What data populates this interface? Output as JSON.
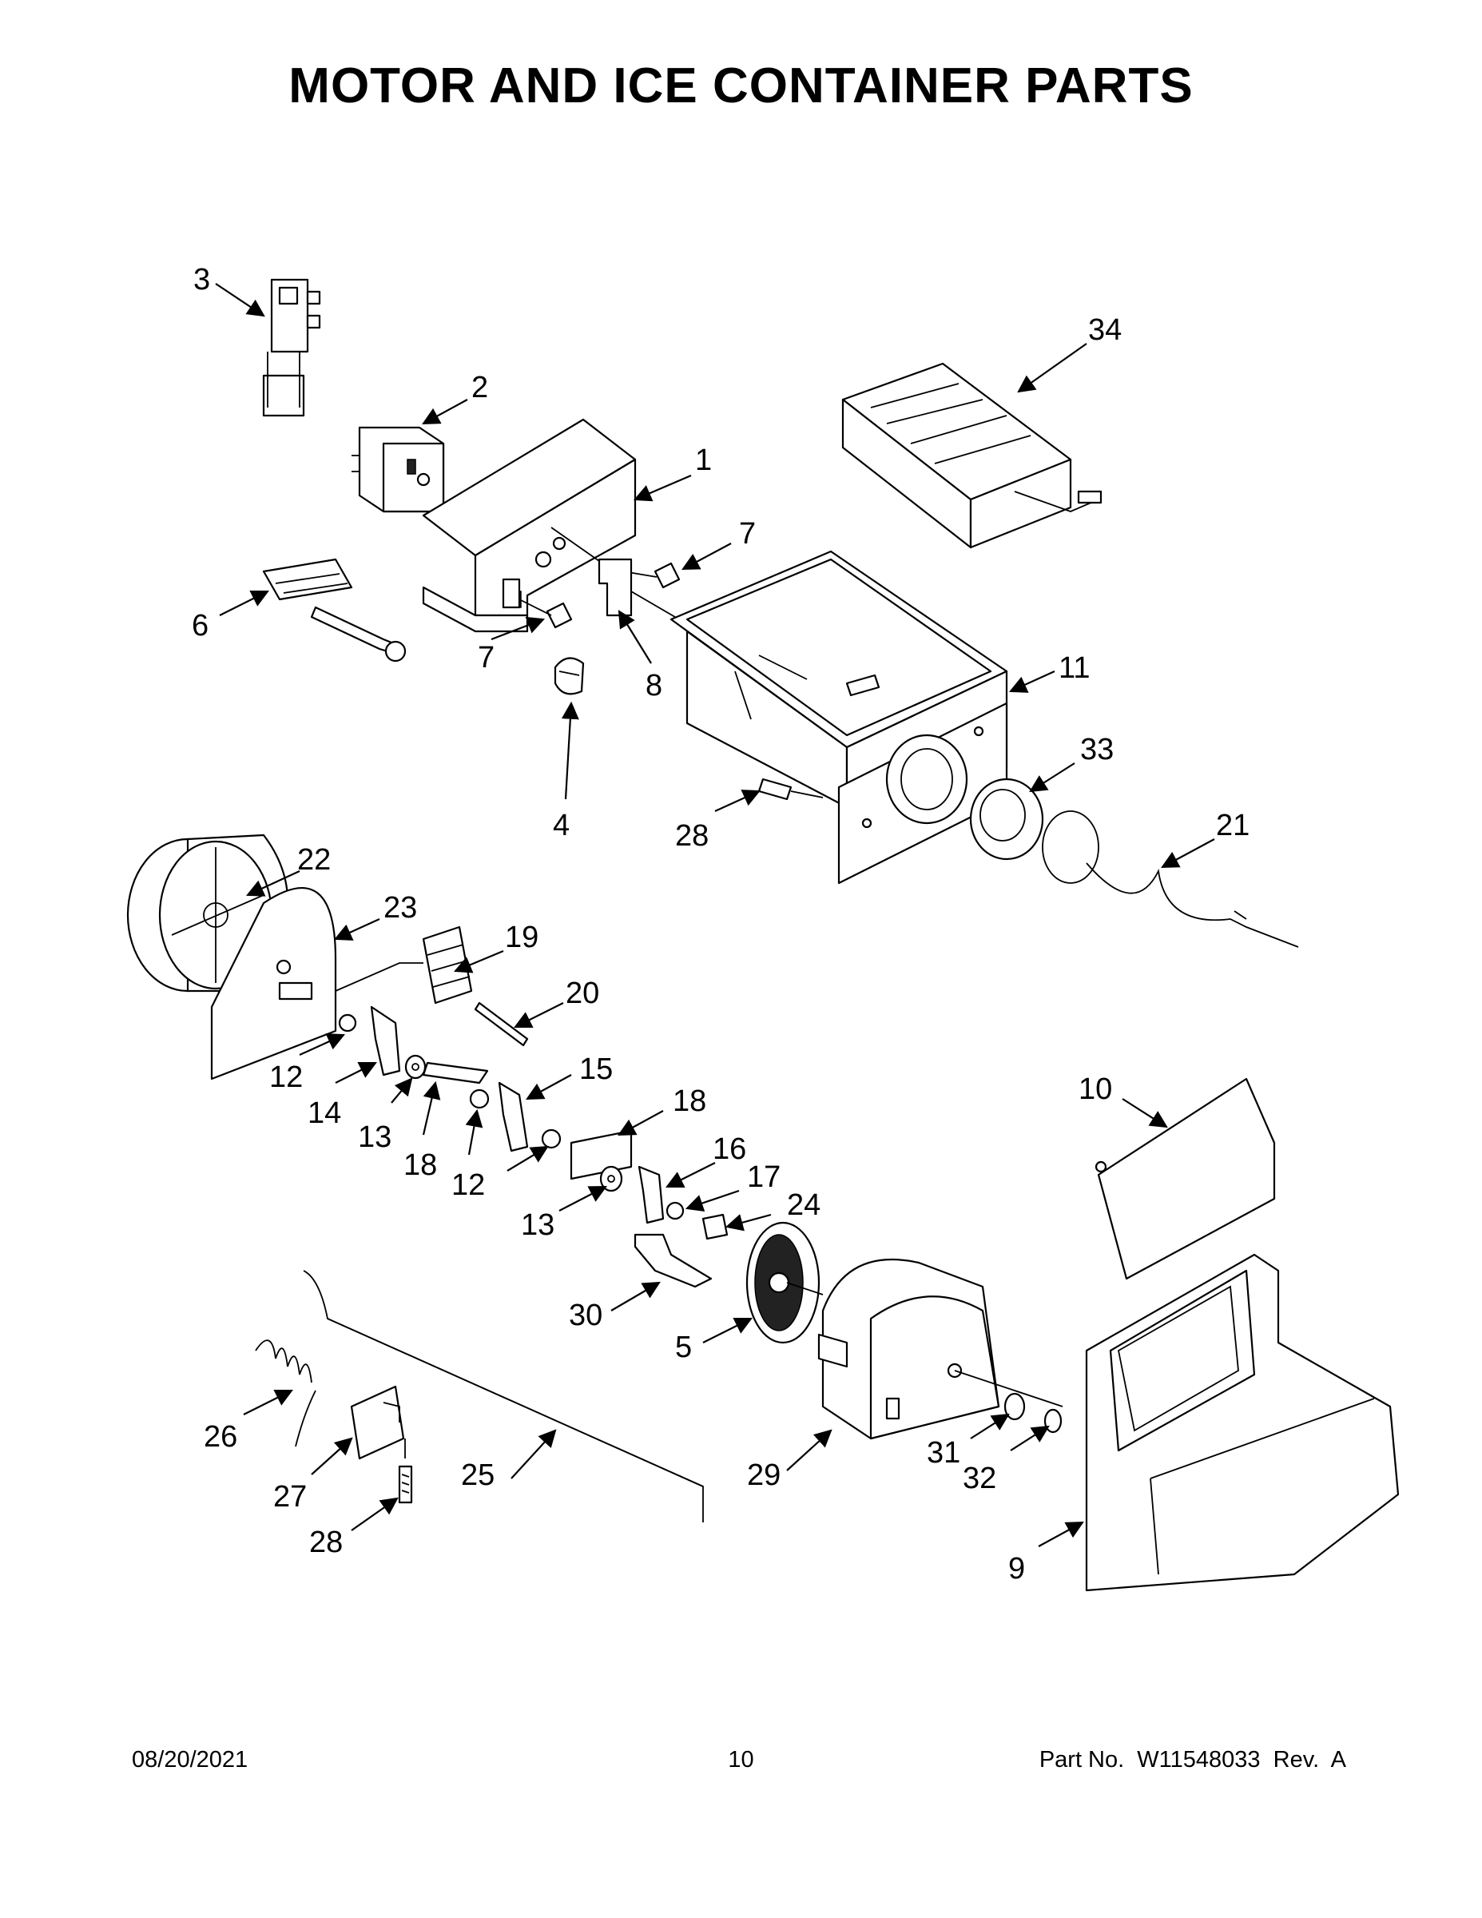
{
  "title": "MOTOR AND ICE CONTAINER PARTS",
  "footer": {
    "date": "08/20/2021",
    "page": "10",
    "part_no": "Part No.  W11548033  Rev.  A"
  },
  "callouts": [
    "1",
    "2",
    "3",
    "4",
    "5",
    "6",
    "7",
    "7",
    "8",
    "9",
    "10",
    "11",
    "12",
    "12",
    "13",
    "13",
    "14",
    "15",
    "16",
    "17",
    "18",
    "18",
    "19",
    "20",
    "21",
    "22",
    "23",
    "24",
    "25",
    "26",
    "27",
    "28",
    "28",
    "29",
    "30",
    "31",
    "32",
    "33",
    "34"
  ]
}
